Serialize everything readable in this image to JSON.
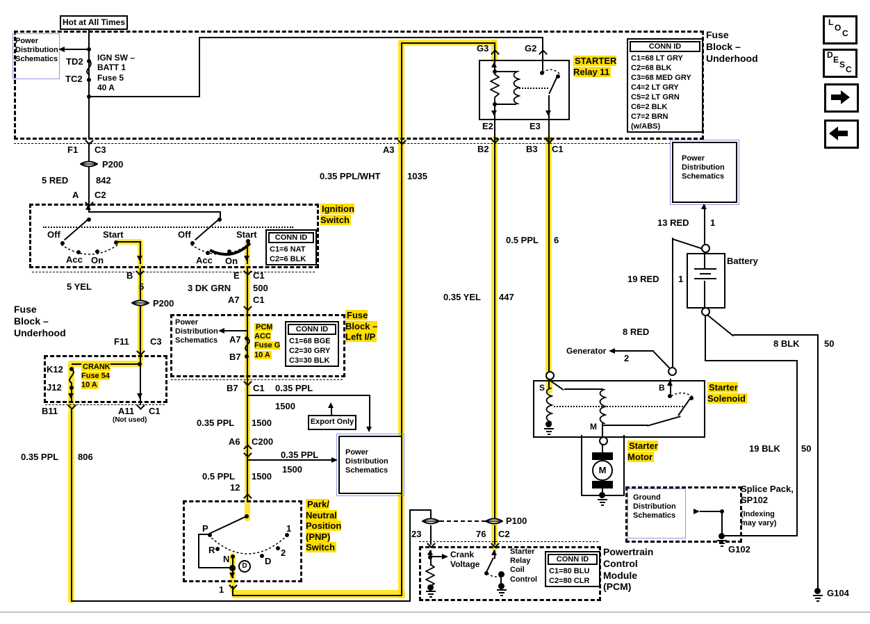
{
  "palette": {
    "highlight": "#FFDE00",
    "wire": "#000000",
    "link_border": "#8F96E3",
    "background": "#FFFFFF"
  },
  "icons": {
    "forward": "arrow-right",
    "back": "arrow-left",
    "ground": "ground-symbol",
    "fuse": "fuse-symbol",
    "coil": "coil-symbol",
    "resistor": "resistor-symbol",
    "connector": "inline-connector"
  },
  "nav": {
    "loc": [
      "L",
      "O",
      "C"
    ],
    "desc": [
      "D",
      "E",
      "S",
      "C"
    ]
  },
  "conn": {
    "title": "CONN ID",
    "underhood": [
      "C1=68 LT GRY",
      "C2=68 BLK",
      "C3=68 MED GRY",
      "C4=2 LT GRY",
      "C5=2 LT GRN",
      "C6=2 BLK",
      "C7=2 BRN (w/ABS)"
    ],
    "ignition": [
      "C1=6 NAT",
      "C2=6 BLK"
    ],
    "left_ip": [
      "C1=68 BGE",
      "C2=30 GRY",
      "C3=30 BLK"
    ],
    "pcm": [
      "C1=80 BLU",
      "C2=80 CLR"
    ]
  },
  "t": {
    "hot": "Hot at All Times",
    "fb_underhood": "Fuse\nBlock –\nUnderhood",
    "pds": "Power\nDistribution\nSchematics",
    "gds": "Ground\nDistribution\nSchematics",
    "ign_fuse": "IGN SW –\nBATT 1\nFuse 5\n40 A",
    "td2": "TD2",
    "tc2": "TC2",
    "f1": "F1",
    "c3": "C3",
    "p200": "P200",
    "a": "A",
    "c2": "C2",
    "c1": "C1",
    "w5red": "5 RED",
    "w842": "842",
    "ign_switch": "Ignition\nSwitch",
    "off": "Off",
    "acc": "Acc",
    "on": "On",
    "start": "Start",
    "b": "B",
    "e": "E",
    "s": "S",
    "m": "M",
    "w5yel": "5 YEL",
    "w5": "5",
    "f11": "F11",
    "k12": "K12",
    "j12": "J12",
    "crank_fuse": "CRANK\nFuse 54\n10 A",
    "b11": "B11",
    "a11": "A11",
    "not_used": "(Not used)",
    "w035ppl": "0.35 PPL",
    "w806": "806",
    "w3dkgrn": "3 DK GRN",
    "w500": "500",
    "a7": "A7",
    "b7": "B7",
    "pcm_fuse": "PCM\nACC\nFuse G\n10 A",
    "fb_leftip": "Fuse\nBlock –\nLeft I/P",
    "w1500": "1500",
    "export_only": "Export Only",
    "a6": "A6",
    "c200": "C200",
    "w05ppl": "0.5 PPL",
    "p12": "12",
    "pnp": "Park/\nNeutral\nPosition\n(PNP)\nSwitch",
    "pp": "P",
    "pr": "R",
    "pn": "N",
    "pd": "D",
    "p2": "2",
    "p1": "1",
    "w035pplwht": "0.35 PPL/WHT",
    "w1035": "1035",
    "a3": "A3",
    "g3": "G3",
    "g2": "G2",
    "e2": "E2",
    "e3": "E3",
    "b2": "B2",
    "b3": "B3",
    "relay": "STARTER\nRelay 11",
    "w035yel": "0.35 YEL",
    "w447": "447",
    "w6": "6",
    "w13red": "13 RED",
    "w1": "1",
    "battery": "Battery",
    "w19red": "19 RED",
    "generator": "Generator",
    "w8red": "8 RED",
    "w2": "2",
    "sol": "Starter\nSolenoid",
    "mot": "Starter\nMotor",
    "w19blk": "19 BLK",
    "w50": "50",
    "w8blk": "8 BLK",
    "splice": "Splice Pack,\nSP102",
    "splice_note": "(Indexing\nmay vary)",
    "g102": "G102",
    "g104": "G104",
    "p100": "P100",
    "p23": "23",
    "p76": "76",
    "crank_v": "Crank\nVoltage",
    "src": "Starter\nRelay\nCoil\nControl",
    "pcm_label": "Powertrain\nControl\nModule\n(PCM)"
  }
}
